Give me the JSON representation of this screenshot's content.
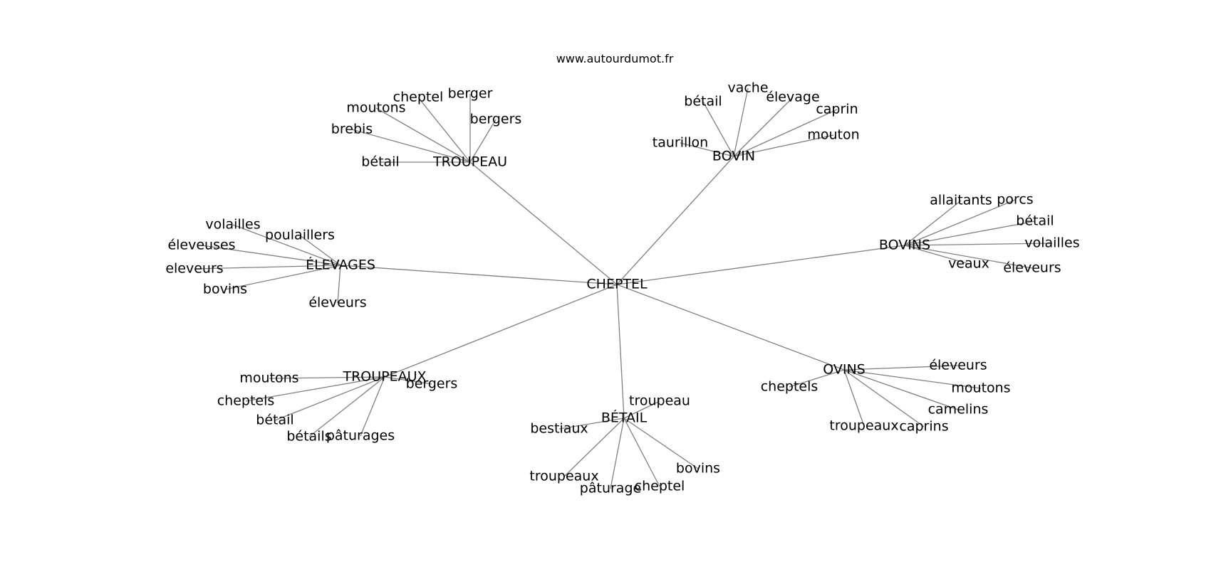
{
  "site": "www.autourdumot.fr",
  "graph": {
    "center": "CHEPTEL",
    "clusters": [
      {
        "hub": "TROUPEAU",
        "words": [
          "moutons",
          "cheptel",
          "berger",
          "bergers",
          "brebis",
          "bétail"
        ]
      },
      {
        "hub": "BOVIN",
        "words": [
          "bétail",
          "vache",
          "élevage",
          "caprin",
          "taurillon",
          "mouton"
        ]
      },
      {
        "hub": "BOVINS",
        "words": [
          "allaitants",
          "porcs",
          "bétail",
          "volailles",
          "veaux",
          "éleveurs"
        ]
      },
      {
        "hub": "ÉLEVAGES",
        "words": [
          "volailles",
          "poulaillers",
          "éleveuses",
          "eleveurs",
          "bovins",
          "éleveurs"
        ]
      },
      {
        "hub": "TROUPEAUX",
        "words": [
          "moutons",
          "bergers",
          "cheptels",
          "bétail",
          "bétails",
          "pâturages"
        ]
      },
      {
        "hub": "BÉTAIL",
        "words": [
          "troupeau",
          "bestiaux",
          "troupeaux",
          "pâturage",
          "cheptel",
          "bovins"
        ]
      },
      {
        "hub": "OVINS",
        "words": [
          "éleveurs",
          "cheptels",
          "moutons",
          "camelins",
          "troupeaux",
          "caprins"
        ]
      }
    ]
  },
  "colors": {
    "edge": "#808080",
    "text": "#000000",
    "background": "#ffffff"
  }
}
